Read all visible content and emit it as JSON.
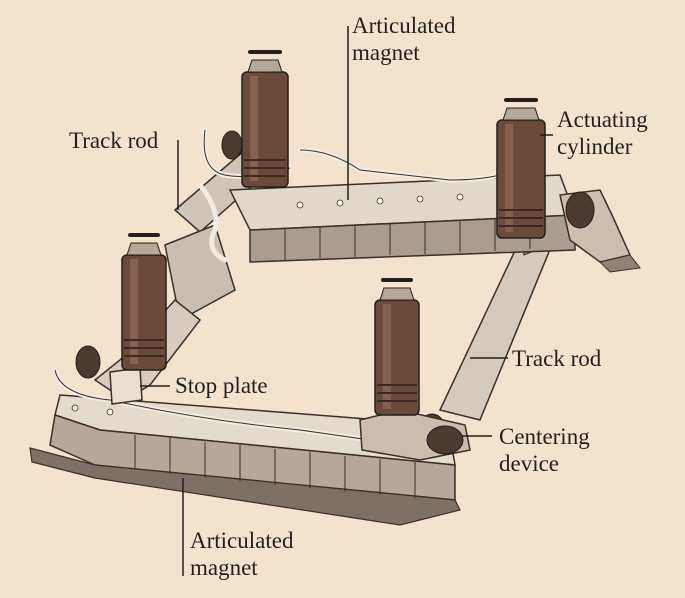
{
  "labels": {
    "articulated_magnet_top": {
      "line1": "Articulated",
      "line2": "magnet"
    },
    "actuating_cylinder": {
      "line1": "Actuating",
      "line2": "cylinder"
    },
    "track_rod_left": {
      "line1": "Track rod"
    },
    "track_rod_right": {
      "line1": "Track rod"
    },
    "stop_plate": {
      "line1": "Stop plate"
    },
    "centering_device": {
      "line1": "Centering",
      "line2": "device"
    },
    "articulated_magnet_bottom": {
      "line1": "Articulated",
      "line2": "magnet"
    }
  },
  "colors": {
    "background": "#f3e3cd",
    "cylinder": "#6b4a3a",
    "frame": "#ddd3c6",
    "frame_shadow": "#8f8378",
    "outline": "#3a2f29",
    "leader": "#231f1c"
  }
}
